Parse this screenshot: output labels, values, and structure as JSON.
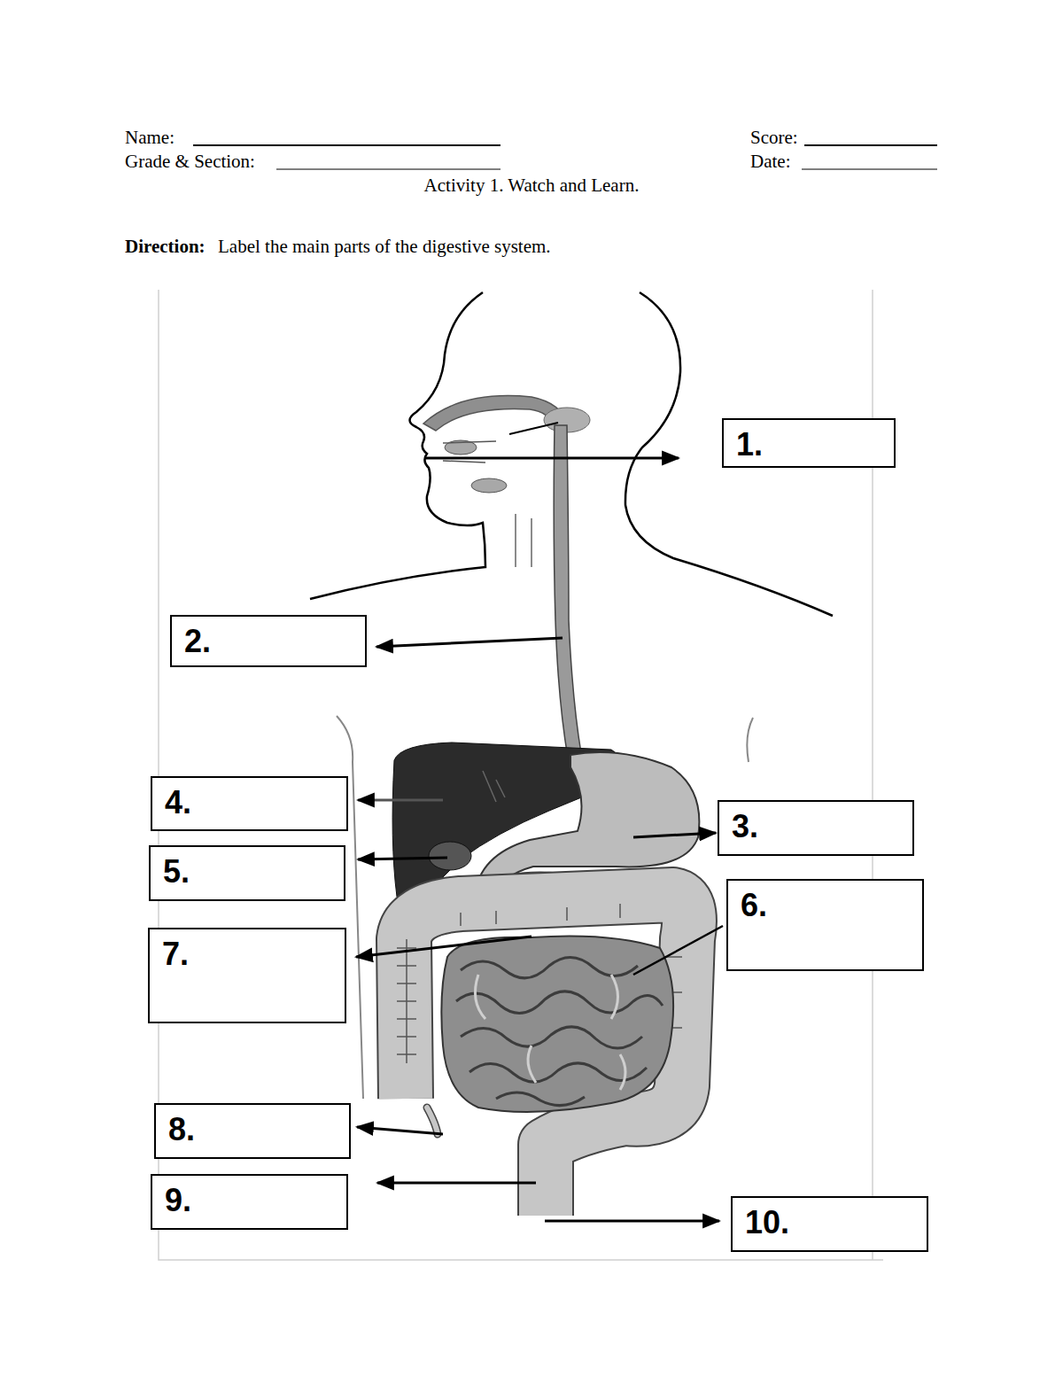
{
  "diagram": {
    "title": "Activity 1. Watch and Learn.",
    "nodes": [
      {
        "text": [
          "1."
        ]
      },
      {
        "text": [
          "2."
        ]
      },
      {
        "text": [
          "4."
        ]
      },
      {
        "text": [
          "3."
        ]
      },
      {
        "text": [
          "5."
        ]
      },
      {
        "text": [
          "6."
        ]
      },
      {
        "text": [
          "7."
        ]
      },
      {
        "text": [
          "8."
        ]
      },
      {
        "text": [
          "9."
        ]
      },
      {
        "text": [
          "10."
        ]
      }
    ],
    "labels": [
      "Name:",
      "Grade & Section:",
      "Score:",
      "Date:",
      "Direction:",
      "Label the main parts of the digestive system."
    ]
  }
}
